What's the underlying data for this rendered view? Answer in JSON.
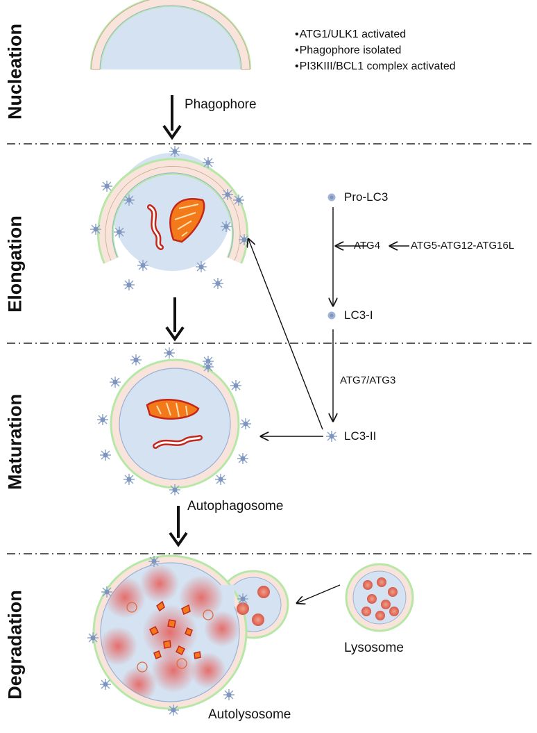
{
  "stages": [
    {
      "label": "Nucleation"
    },
    {
      "label": "Elongation"
    },
    {
      "label": "Maturation"
    },
    {
      "label": "Degradation"
    }
  ],
  "nucleation": {
    "structure_label": "Phagophore",
    "bullets": [
      "ATG1/ULK1 activated",
      "Phagophore isolated",
      "PI3KIII/BCL1 complex activated"
    ]
  },
  "lc3_pathway": {
    "pro_lc3": "Pro-LC3",
    "atg4": "ATG4",
    "atg_conjugation": "ATG5-ATG12-ATG16L",
    "lc3_i": "LC3-I",
    "atg7_atg3": "ATG7/ATG3",
    "lc3_ii": "LC3-II"
  },
  "maturation": {
    "structure_label": "Autophagosome"
  },
  "degradation": {
    "structure_label": "Autolysosome",
    "lysosome_label": "Lysosome"
  },
  "colors": {
    "membrane_fill": "#f8e4da",
    "membrane_outer": "#b7e7a6",
    "membrane_inner": "#9ab0d8",
    "lumen": "#d4e2f1",
    "lc3_marker": "#8ea5ca",
    "mito_red": "#d9341d",
    "mito_orange": "#f37a1a",
    "lysosome_dot": "#e0796c",
    "arrow": "#111111"
  }
}
